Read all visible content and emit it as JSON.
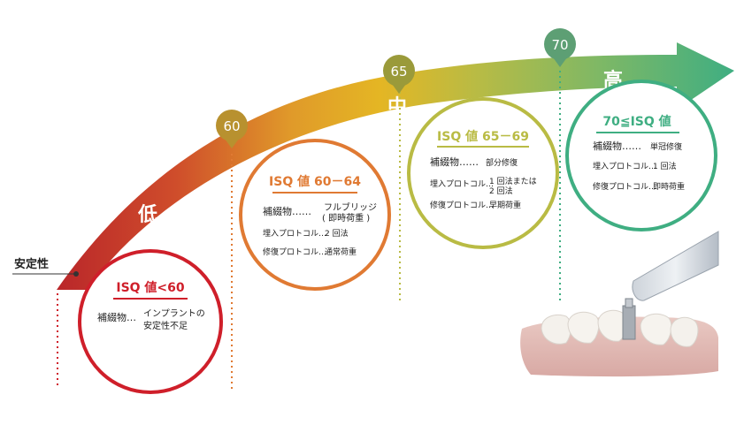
{
  "stability_label": "安定性",
  "arrow": {
    "low_label": "低",
    "mid_label": "中",
    "high_label": "高"
  },
  "markers": {
    "m60": "60",
    "m65": "65",
    "m70": "70"
  },
  "circles": {
    "c1": {
      "title": "ISQ 値<60",
      "color": "#cf1f2a",
      "rows": [
        {
          "label": "補綴物…",
          "value": "インプラントの",
          "value2": "安定性不足"
        }
      ]
    },
    "c2": {
      "title": "ISQ 値 60－64",
      "color": "#e07a33",
      "rows": [
        {
          "label": "補綴物……",
          "value": "フルブリッジ",
          "value2": "( 即時荷重 )"
        },
        {
          "label": "埋入プロトコル…",
          "value": "2 回法"
        },
        {
          "label": "修復プロトコル…",
          "value": "通常荷重"
        }
      ]
    },
    "c3": {
      "title": "ISQ 値 65－69",
      "color": "#b9bb44",
      "rows": [
        {
          "label": "補綴物……",
          "value": "部分修復"
        },
        {
          "label": "埋入プロトコル…",
          "value": "1 回法または",
          "value2": "2 回法"
        },
        {
          "label": "修復プロトコル…",
          "value": "早期荷重"
        }
      ]
    },
    "c4": {
      "title": "70≦ISQ 値",
      "color": "#3fae82",
      "rows": [
        {
          "label": "補綴物……",
          "value": "単冠修復"
        },
        {
          "label": "埋入プロトコル…",
          "value": "1 回法"
        },
        {
          "label": "修復プロトコル…",
          "value": "即時荷重"
        }
      ]
    }
  },
  "colors": {
    "red": "#cf1f2a",
    "orange": "#e07a33",
    "olive": "#b9bb44",
    "green": "#3fae82",
    "marker": "#b8912f"
  }
}
